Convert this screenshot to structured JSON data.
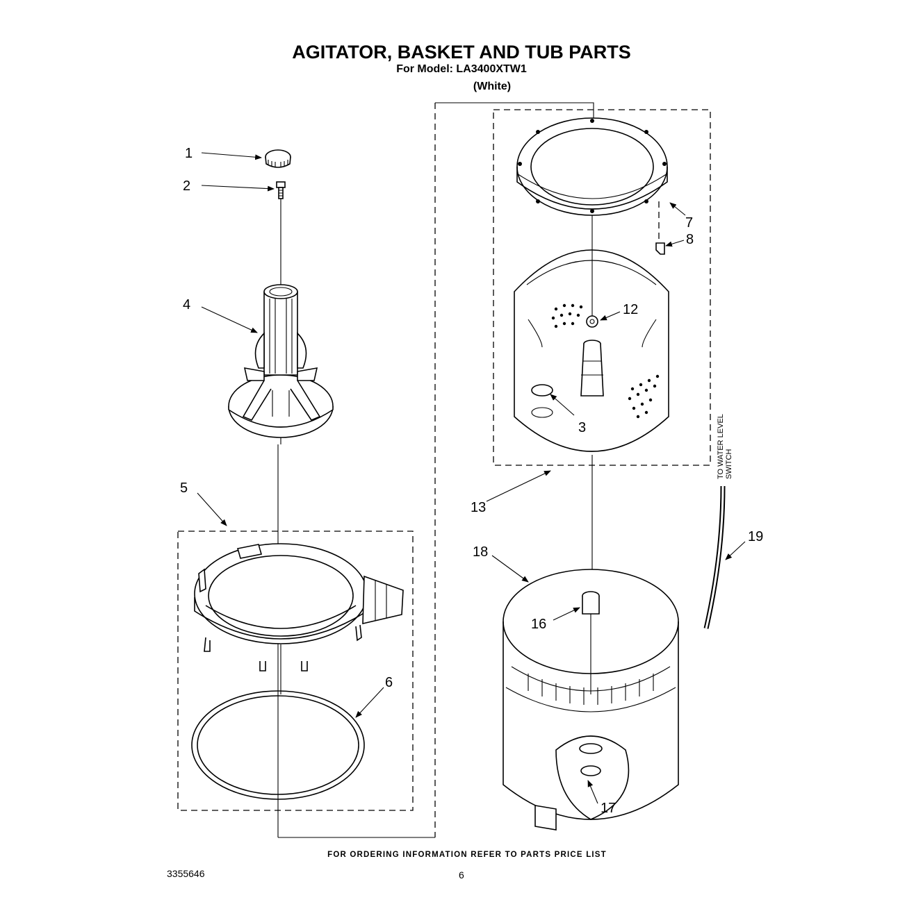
{
  "header": {
    "title": "AGITATOR, BASKET AND TUB PARTS",
    "model_line": "For Model: LA3400XTW1",
    "color_line": "(White)"
  },
  "callouts": {
    "c1": "1",
    "c2": "2",
    "c3": "3",
    "c4": "4",
    "c5": "5",
    "c6": "6",
    "c7": "7",
    "c8": "8",
    "c12": "12",
    "c13": "13",
    "c16": "16",
    "c17": "17",
    "c18": "18",
    "c19": "19"
  },
  "side_label": {
    "line1": "TO WATER LEVEL",
    "line2": "SWITCH"
  },
  "footer": {
    "note": "FOR ORDERING INFORMATION REFER TO PARTS PRICE LIST",
    "doc_number": "3355646",
    "page_number": "6"
  }
}
